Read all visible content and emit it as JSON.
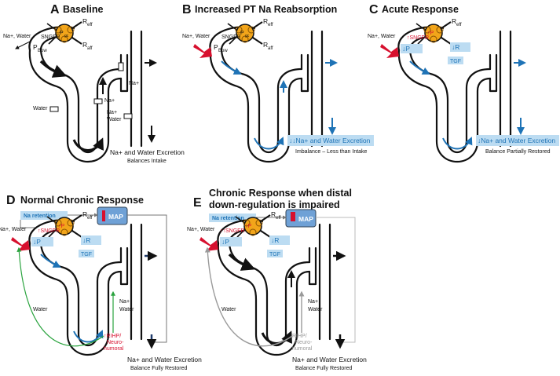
{
  "panels": {
    "A": {
      "letter": "A",
      "title": "Baseline"
    },
    "B": {
      "letter": "B",
      "title": "Increased PT Na Reabsorption"
    },
    "C": {
      "letter": "C",
      "title": "Acute Response"
    },
    "D": {
      "letter": "D",
      "title": "Normal Chronic Response"
    },
    "E": {
      "letter": "E",
      "title_line1": "Chronic Response when distal",
      "title_line2": "down-regulation is impaired"
    }
  },
  "labels": {
    "na_water": "Na+, Water",
    "sngfr": "SNGFR",
    "up_sngfr": "↑SNGFR",
    "upup_sngfr": "↑↑SNGFR",
    "p_sub": "Bow",
    "p": "P",
    "r_eff": "R",
    "r_eff_sub": "eff",
    "r_aff_sub": "aff",
    "pgc": "P",
    "pgc_sub": "gc",
    "na": "Na+",
    "water": "Water",
    "tgf": "TGF",
    "na_retention": "Na retention",
    "map": "MAP",
    "rihp": "↑RIHP/",
    "rihp_gray": "RIHP/",
    "neuro": "Neuro-",
    "humoral": "humoral",
    "excretion": "Na+ and Water Excretion",
    "excretion_down2": "↓↓Na+ and Water Excretion",
    "excretion_down": "↓Na+ and Water Excretion",
    "balances": "Balances Intake",
    "imbalance": "Imbalance – Less than Intake",
    "partial": "Balance Partially Restored",
    "restored": "Balance Fully Restored",
    "down_p": "↓P",
    "down_r": "↓R",
    "up_p": "↑P"
  },
  "colors": {
    "red": "#d7102e",
    "blue": "#1e73b6",
    "light_blue_box": "#bcdcf2",
    "map_box": "#6fa1d6",
    "glomerulus": "#f2a51a",
    "green": "#2aa33e",
    "gray": "#9a9a9a"
  }
}
